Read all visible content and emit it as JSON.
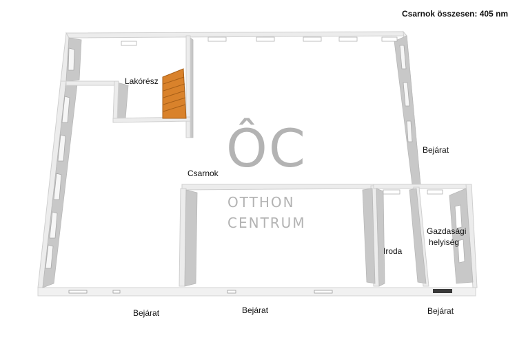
{
  "header": {
    "total_area": "Csarnok összesen: 405 nm"
  },
  "rooms": {
    "living": "Lakórész",
    "hall": "Csarnok",
    "office": "Iroda",
    "utility_line1": "Gazdasági",
    "utility_line2": "helyiség"
  },
  "entrances": {
    "right": "Bejárat",
    "bottom_left": "Bejárat",
    "bottom_center": "Bejárat",
    "bottom_right": "Bejárat"
  },
  "watermark": {
    "logo": "ÔC",
    "line1": "OTTHON",
    "line2": "CENTRUM"
  },
  "colors": {
    "wall_top": "#e9e9e9",
    "wall_face": "#c9c9c9",
    "floor": "#ffffff",
    "stairs": "#d9822b",
    "watermark": "#9a9a9a"
  }
}
